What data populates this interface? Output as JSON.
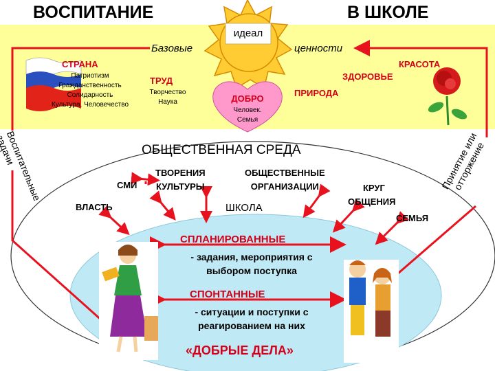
{
  "colors": {
    "band": "#ffff99",
    "sun": "#ffcc33",
    "arrow": "#e8121f",
    "pink": "#ff99cc",
    "teal": "#bfe9f5",
    "redtext": "#d4001a"
  },
  "header": {
    "left": "ВОСПИТАНИЕ",
    "right": "В ШКОЛЕ"
  },
  "sun": {
    "label": "идеал"
  },
  "values_line": {
    "left": "Базовые",
    "right": "ценности"
  },
  "strana": {
    "title": "СТРАНА",
    "lines": [
      "Патриотизм",
      "Гражданственность",
      "Солидарность",
      "Культура. Человечество"
    ]
  },
  "trud": {
    "title": "ТРУД",
    "lines": [
      "Творчество",
      "Наука"
    ]
  },
  "dobro": {
    "title": "ДОБРО",
    "lines": [
      "Человек.",
      "Семья"
    ]
  },
  "priroda": "ПРИРОДА",
  "zdorovie": "ЗДОРОВЬЕ",
  "krasota": "КРАСОТА",
  "left_vertical": {
    "line1": "Воспитательные",
    "line2": "задачи"
  },
  "right_vertical": {
    "line1": "Принятие или",
    "line2": "отторжение"
  },
  "environment": {
    "title": "ОБЩЕСТВЕННАЯ СРЕДА",
    "smi": "СМИ",
    "tvoreniya": [
      "ТВОРЕНИЯ",
      "КУЛЬТУРЫ"
    ],
    "obshchestvennye": [
      "ОБЩЕСТВЕННЫЕ",
      "ОРГАНИЗАЦИИ"
    ],
    "krug": [
      "КРУГ",
      "ОБЩЕНИЯ"
    ],
    "vlast": "ВЛАСТЬ",
    "shkola": "ШКОЛА",
    "semya": "СЕМЬЯ"
  },
  "school": {
    "planned_title": "СПЛАНИРОВАННЫЕ",
    "planned_text": [
      "- задания, мероприятия с",
      "выбором поступка"
    ],
    "spontaneous_title": "СПОНТАННЫЕ",
    "spontaneous_text": [
      "- ситуации и поступки с",
      "реагированием на них"
    ],
    "footer": "«ДОБРЫЕ ДЕЛА»"
  }
}
